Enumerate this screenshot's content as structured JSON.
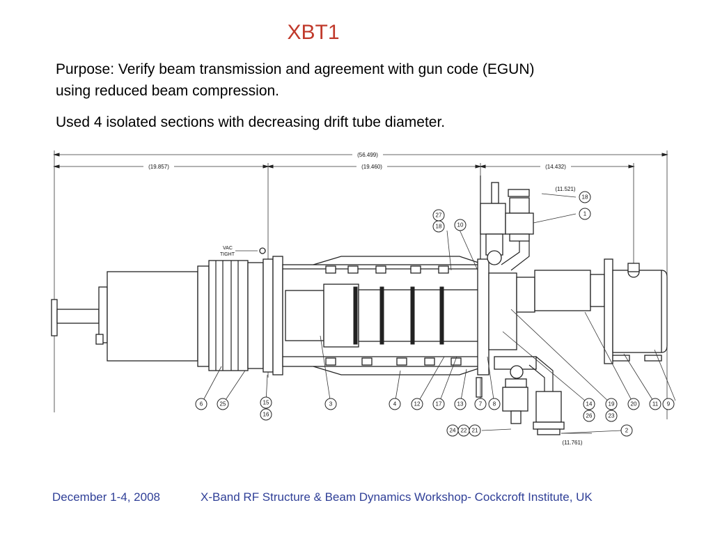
{
  "slide": {
    "title": "XBT1",
    "paragraphs": [
      "Purpose: Verify beam transmission and agreement with gun code (EGUN) using reduced beam compression.",
      "Used 4 isolated sections with decreasing drift tube diameter."
    ]
  },
  "drawing": {
    "dimensions": {
      "overall": "(56.499)",
      "left": "(19.857)",
      "middle": "(19.460)",
      "right": "(14.432)",
      "top_right": "(11.521)",
      "bottom_right": "(11.761)"
    },
    "vac_label": [
      "VAC",
      "TIGHT"
    ],
    "callouts": {
      "c27": "27",
      "c18a": "18",
      "c10": "10",
      "c18b": "18",
      "c1": "1",
      "c6": "6",
      "c25": "25",
      "c15": "15",
      "c16": "16",
      "c3": "3",
      "c4": "4",
      "c12": "12",
      "c17": "17",
      "c13": "13",
      "c7": "7",
      "c8": "8",
      "c14": "14",
      "c26": "26",
      "c19": "19",
      "c23": "23",
      "c20": "20",
      "c11": "11",
      "c9": "9",
      "c24": "24",
      "c22": "22",
      "c21": "21",
      "c2": "2"
    }
  },
  "footer": {
    "date": "December 1-4, 2008",
    "event": "X-Band RF Structure & Beam Dynamics Workshop- Cockcroft Institute, UK"
  }
}
